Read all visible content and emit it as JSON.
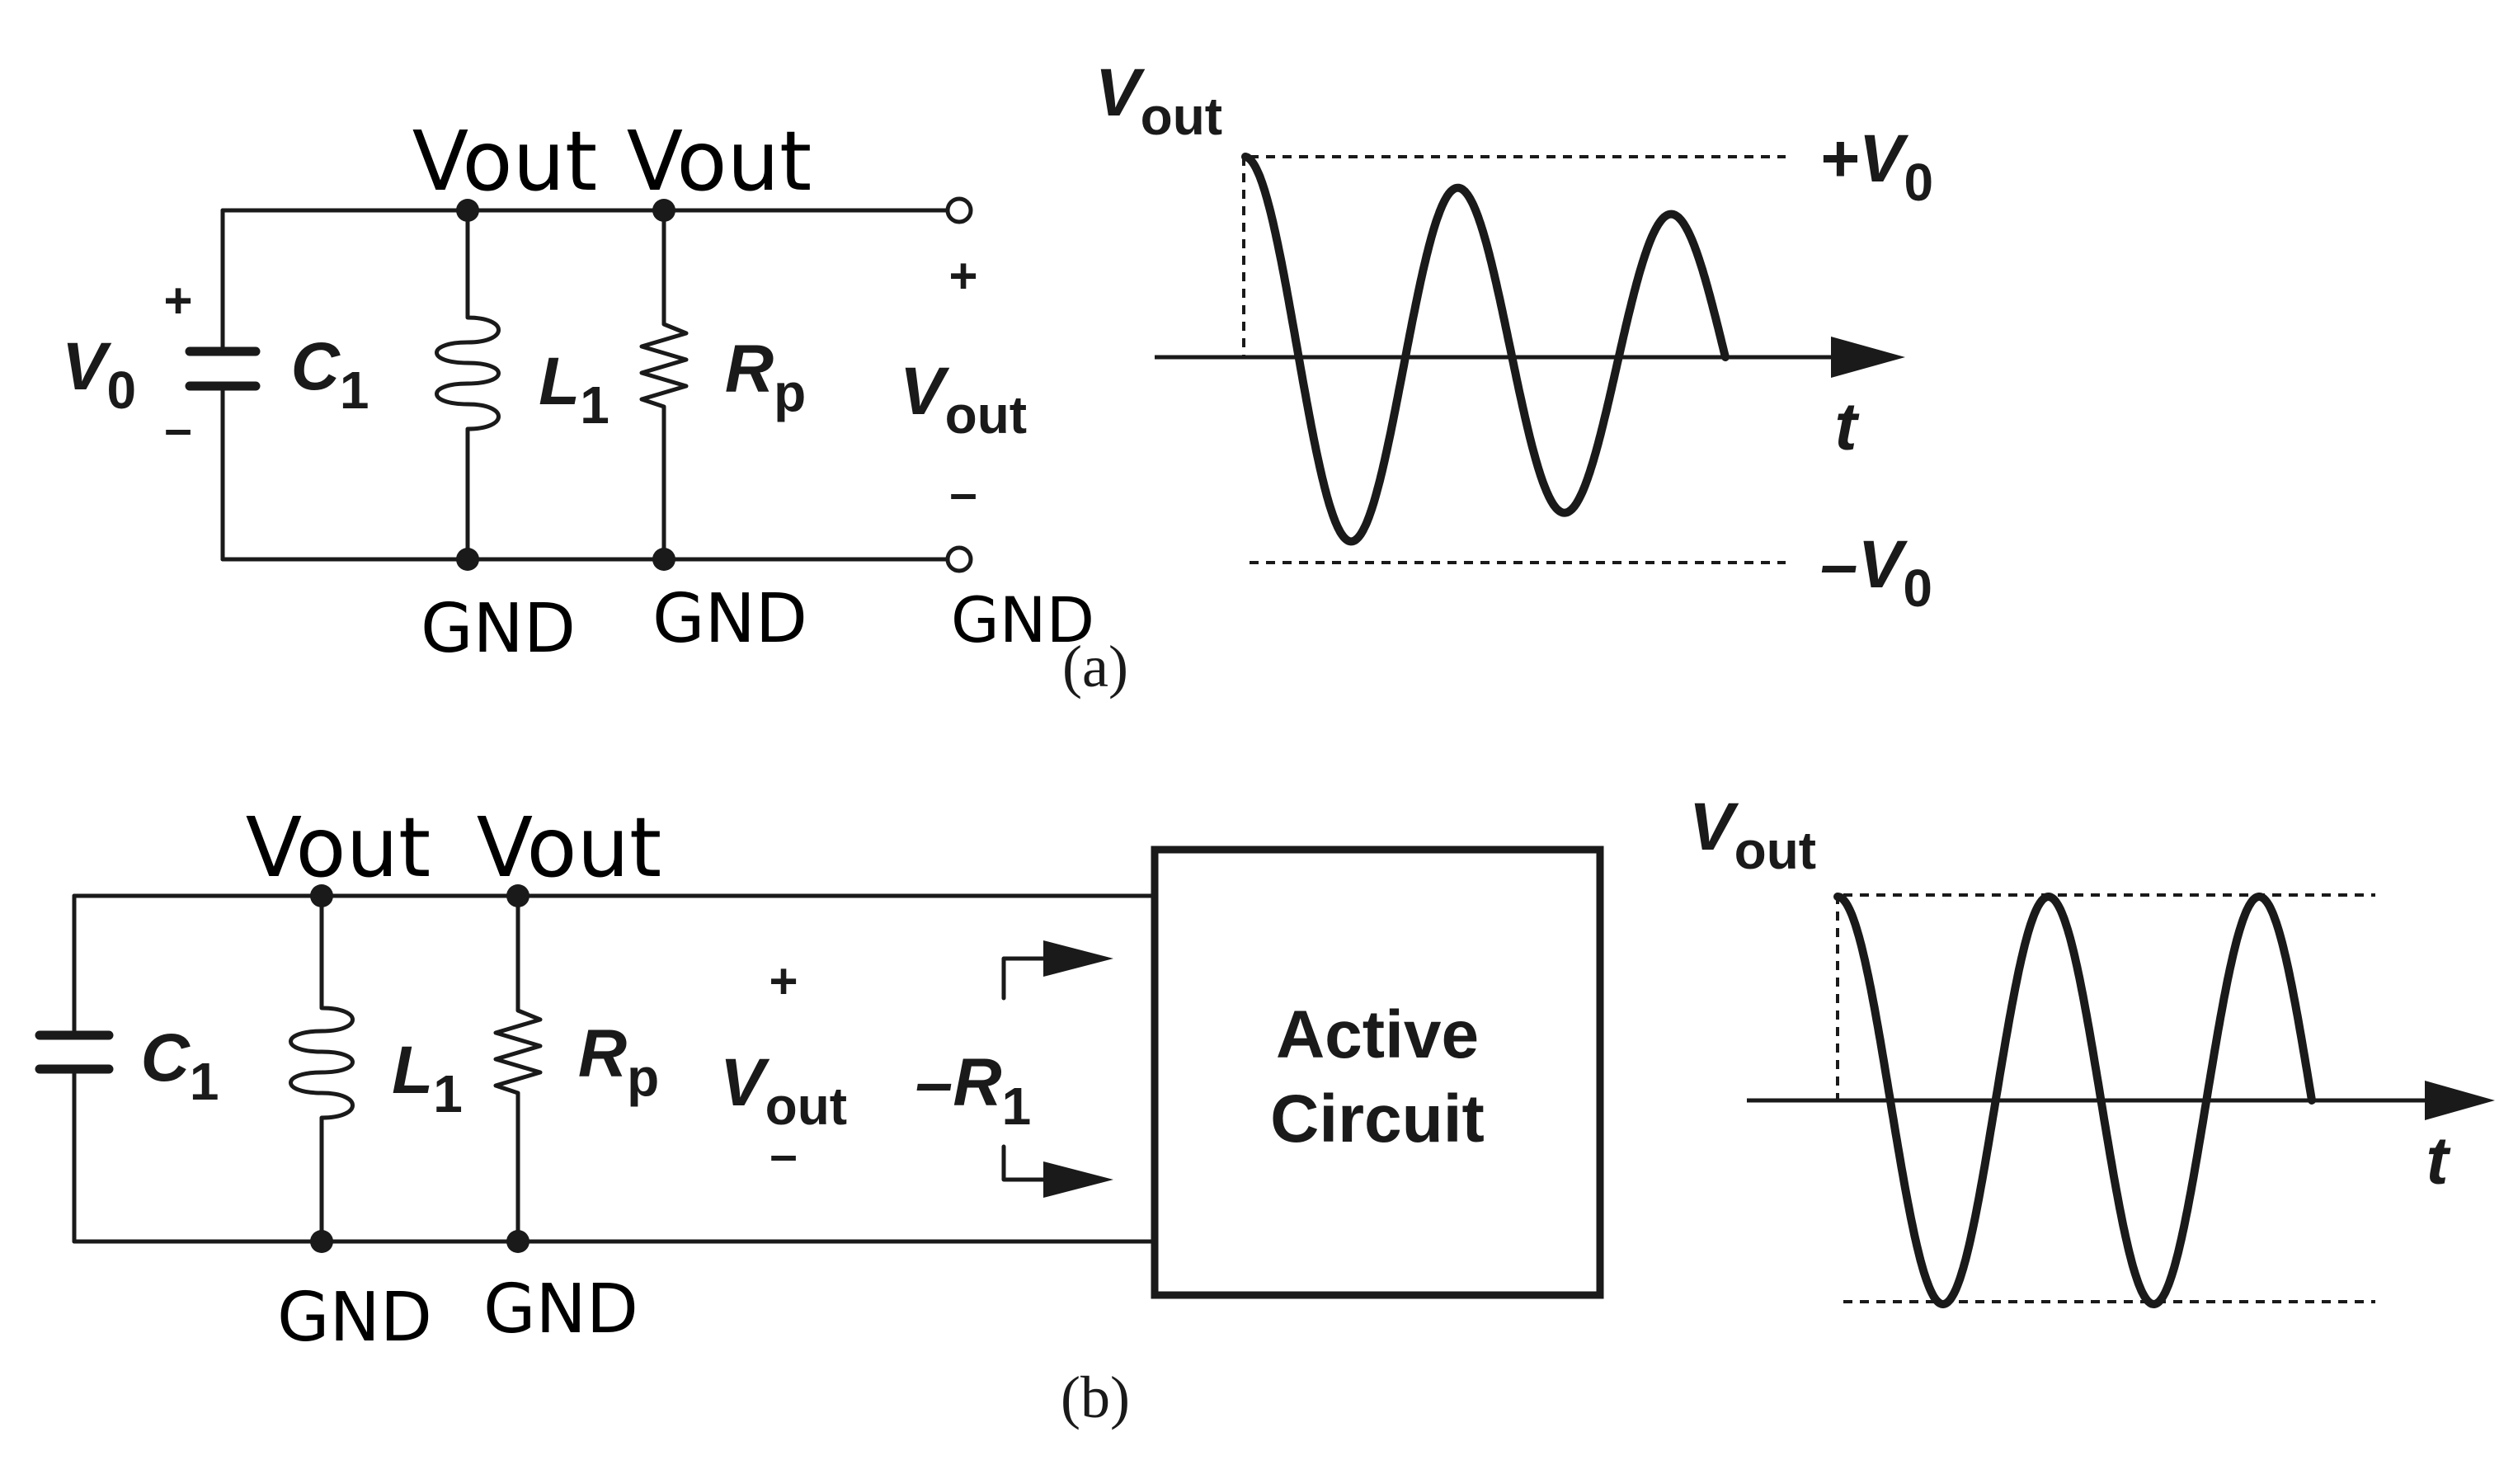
{
  "panel_a": {
    "caption": "(a)",
    "capacitor_voltage": "V0",
    "cap_plus": "+",
    "cap_minus": "–",
    "components": {
      "capacitor": "C1",
      "inductor": "L1",
      "resistor": "Rp"
    },
    "node_labels": {
      "top_left": "Vout",
      "top_right": "Vout",
      "bottom_left": "GND",
      "bottom_mid": "GND",
      "bottom_right": "GND"
    },
    "port": {
      "plus": "+",
      "label": "Vout",
      "minus": "–"
    },
    "waveform": {
      "y_label": "Vout",
      "x_label": "t",
      "upper_level": "+V0",
      "lower_level": "–V0",
      "behavior": "decaying"
    }
  },
  "panel_b": {
    "caption": "(b)",
    "components": {
      "capacitor": "C1",
      "inductor": "L1",
      "resistor": "Rp"
    },
    "node_labels": {
      "top_left": "Vout",
      "top_right": "Vout",
      "bottom_left": "GND",
      "bottom_right": "GND"
    },
    "port": {
      "plus": "+",
      "label": "Vout",
      "minus": "–"
    },
    "negative_resistance": "–R1",
    "active_block": {
      "line1": "Active",
      "line2": "Circuit"
    },
    "waveform": {
      "y_label": "Vout",
      "x_label": "t",
      "behavior": "sustained"
    }
  }
}
